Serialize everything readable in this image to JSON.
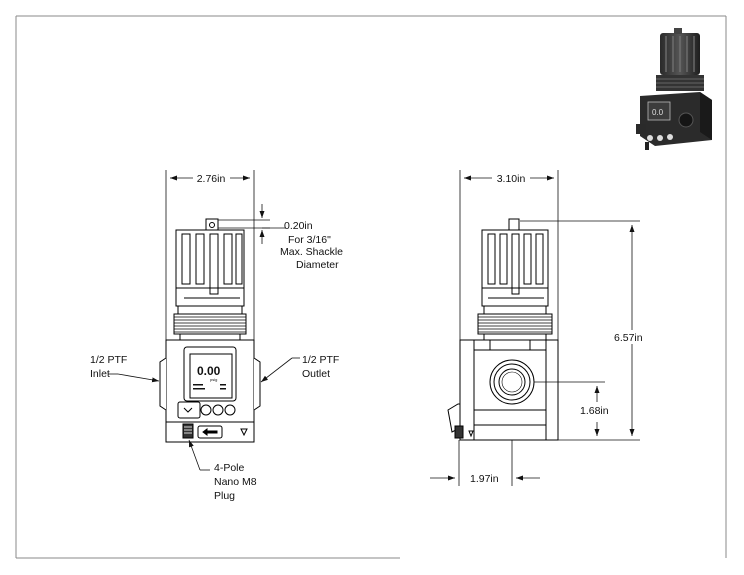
{
  "drawing": {
    "front_view": {
      "width_label": "2.76in",
      "shackle_dim": "0.20in",
      "shackle_note": [
        "For 3/16\"",
        "Max. Shackle",
        "Diameter"
      ],
      "inlet_label": [
        "1/2 PTF",
        "Inlet"
      ],
      "outlet_label": [
        "1/2 PTF",
        "Outlet"
      ],
      "plug_label": [
        "4-Pole",
        "Nano M8",
        "Plug"
      ],
      "lcd_value": "0.00",
      "lcd_unit": "psig"
    },
    "side_view": {
      "width_label": "3.10in",
      "height_label": "6.57in",
      "port_height_label": "1.68in",
      "offset_label": "1.97in"
    }
  }
}
